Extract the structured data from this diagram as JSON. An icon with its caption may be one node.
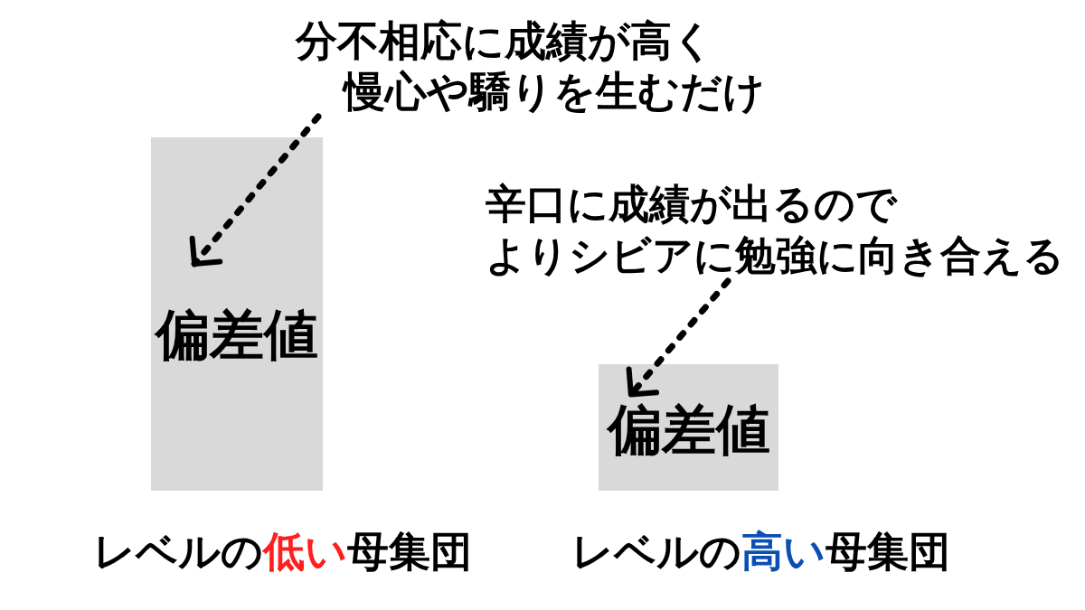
{
  "diagram": {
    "nodes": [
      {
        "text": [
          "分不相応に成績が高く慢心や驕りを生むだけ"
        ]
      },
      {
        "text": [
          "偏差値"
        ],
        "beside": [
          "レベルの**低い**母集団"
        ]
      },
      {
        "text": [
          "辛口に成績が出るのでよりシビアに勉強に向き合える"
        ]
      },
      {
        "text": [
          "偏差値"
        ],
        "beside": [
          "レベルの**高い**母集団"
        ]
      }
    ],
    "edges": [
      {
        "from": 0,
        "to": 1,
        "arrow": "to",
        "style": "dashed"
      },
      {
        "from": 2,
        "to": 3,
        "arrow": "to",
        "style": "dashed"
      }
    ]
  }
}
